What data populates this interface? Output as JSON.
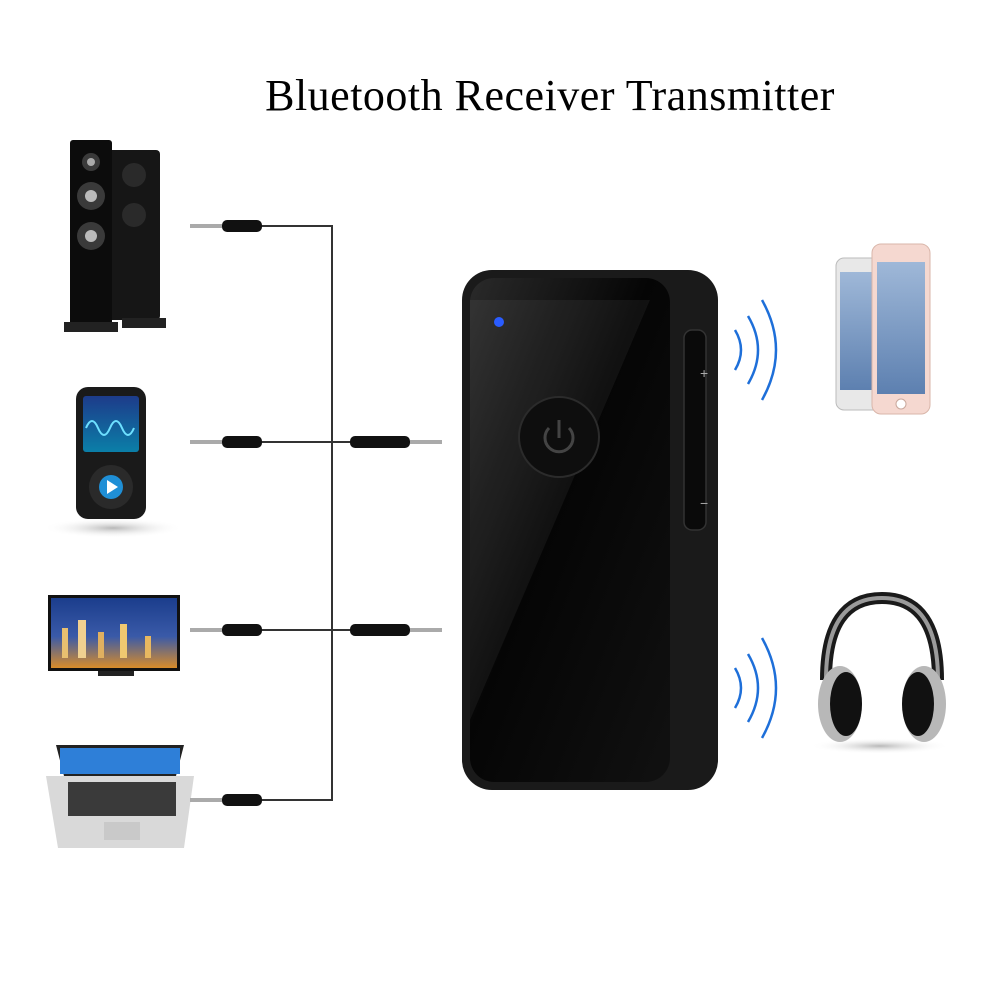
{
  "title": "Bluetooth Receiver Transmitter",
  "device": {
    "volume_up_symbol": "+",
    "volume_down_symbol": "−",
    "led_color": "#2a5cff",
    "body_color": "#0c0c0c"
  },
  "sources": [
    {
      "name": "speakers"
    },
    {
      "name": "mp3-player"
    },
    {
      "name": "television"
    },
    {
      "name": "laptop"
    }
  ],
  "outputs": [
    {
      "name": "smartphones"
    },
    {
      "name": "headphones"
    }
  ],
  "colors": {
    "accent_blue": "#1e6fd9",
    "cable": "#333333"
  }
}
